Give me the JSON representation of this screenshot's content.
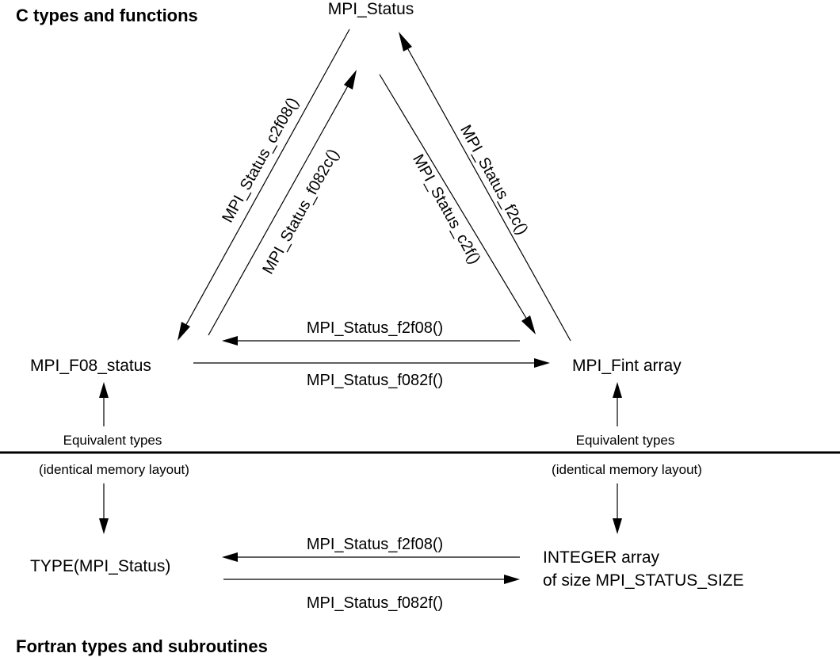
{
  "headings": {
    "c_side": "C types and functions",
    "fortran_side": "Fortran types and subroutines"
  },
  "nodes": {
    "mpi_status": "MPI_Status",
    "mpi_f08_status": "MPI_F08_status",
    "mpi_fint_array": "MPI_Fint array",
    "type_mpi_status": "TYPE(MPI_Status)",
    "integer_array_line1": "INTEGER array",
    "integer_array_line2": "of size MPI_STATUS_SIZE"
  },
  "edges": {
    "c2f08": "MPI_Status_c2f08()",
    "f082c": "MPI_Status_f082c()",
    "c2f": "MPI_Status_c2f()",
    "f2c": "MPI_Status_f2c()",
    "c_f2f08": "MPI_Status_f2f08()",
    "c_f082f": "MPI_Status_f082f()",
    "fortran_f2f08": "MPI_Status_f2f08()",
    "fortran_f082f": "MPI_Status_f082f()"
  },
  "equivalence": {
    "left_label": "Equivalent types",
    "left_sublabel": "(identical memory layout)",
    "right_label": "Equivalent types",
    "right_sublabel": "(identical memory layout)"
  }
}
